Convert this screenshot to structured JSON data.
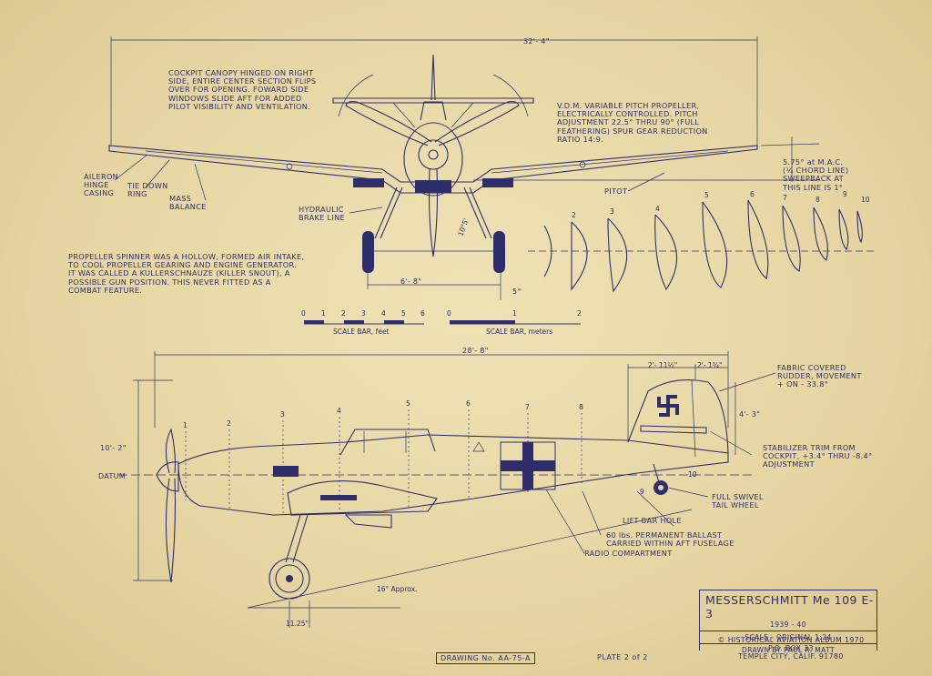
{
  "notes": {
    "cockpit": "COCKPIT CANOPY HINGED ON RIGHT\nSIDE, ENTIRE CENTER SECTION FLIPS\nOVER FOR OPENING. FOWARD SIDE\nWINDOWS SLIDE AFT FOR ADDED\nPILOT VISIBILITY AND VENTILATION.",
    "propeller": "V.D.M. VARIABLE PITCH PROPELLER,\nELECTRICALLY CONTROLLED. PITCH\nADJUSTMENT 22.5° THRU 90° (FULL\nFEATHERING) SPUR GEAR REDUCTION\nRATIO 14:9.",
    "spinner": "PROPELLER SPINNER WAS A HOLLOW, FORMED AIR INTAKE,\nTO COOL PROPELLER GEARING AND ENGINE GENERATOR.\nIT WAS CALLED A KULLERSCHNAUZE (KILLER SNOUT), A\nPOSSIBLE GUN POSITION. THIS NEVER FITTED AS A\nCOMBAT FEATURE.",
    "mac": "5.75° at M.A.C.\n(¼ CHORD LINE)\nSWEEPBACK AT\nTHIS LINE IS 1°",
    "rudder": "FABRIC COVERED\nRUDDER, MOVEMENT\n+ on - 33.8°",
    "stabilizer": "STABILIZER TRIM FROM\nCOCKPIT, +3.4° THRU -8.4°\nADJUSTMENT"
  },
  "labels": {
    "aileron": "AILERON\nHINGE\nCASING",
    "tiedown": "TIE DOWN\nRING",
    "mass": "MASS\nBALANCE",
    "hydraulic": "HYDRAULIC\nBRAKE LINE",
    "pitot": "PITOT",
    "datum": "DATUM",
    "tailwheel": "FULL SWIVEL\nTAIL WHEEL",
    "liftbar": "LIFT BAR HOLE",
    "ballast": "60 lbs. PERMANENT BALLAST\nCARRIED WITHIN AFT FUSELAGE",
    "radio": "RADIO COMPARTMENT",
    "approx": "16° Approx."
  },
  "dims": {
    "span": "32'- 4\"",
    "track": "6'- 8\"",
    "angle5": "5°",
    "length": "28'- 8\"",
    "height": "10'- 2\"",
    "tail_h": "4'- 3\"",
    "d1": "2'- 11½\"",
    "d2": "2'- 1¾\"",
    "wheel_off": "11.25\"",
    "mark": "10°5'"
  },
  "scales": {
    "feet_ticks": [
      "0",
      "1",
      "2",
      "3",
      "4",
      "5",
      "6"
    ],
    "feet_label": "SCALE BAR, feet",
    "meters_ticks": [
      "0",
      "1",
      "2"
    ],
    "meters_label": "SCALE BAR, meters"
  },
  "sections": [
    "2",
    "3",
    "4",
    "5",
    "6",
    "7",
    "8",
    "9",
    "10"
  ],
  "stations": [
    "1",
    "2",
    "3",
    "4",
    "5",
    "6",
    "7",
    "8",
    "9",
    "10"
  ],
  "title": {
    "name": "MESSERSCHMITT  Me 109 E-3",
    "years": "1939 - 40",
    "scale": "SCALE - ORIGINAL  1:24",
    "drawn": "DRAWN BY  PAUL R. MATT",
    "album": "© HISTORICAL AVIATION ALBUM 1970",
    "box": "P.O. BOX 33",
    "city": "TEMPLE CITY, CALIF. 91780"
  },
  "footer": {
    "drawing_no": "DRAWING No. AA-75-A",
    "plate": "PLATE 2 of 2"
  },
  "colors": {
    "paper": "#e8d9a8",
    "ink": "#2f2f6b"
  }
}
